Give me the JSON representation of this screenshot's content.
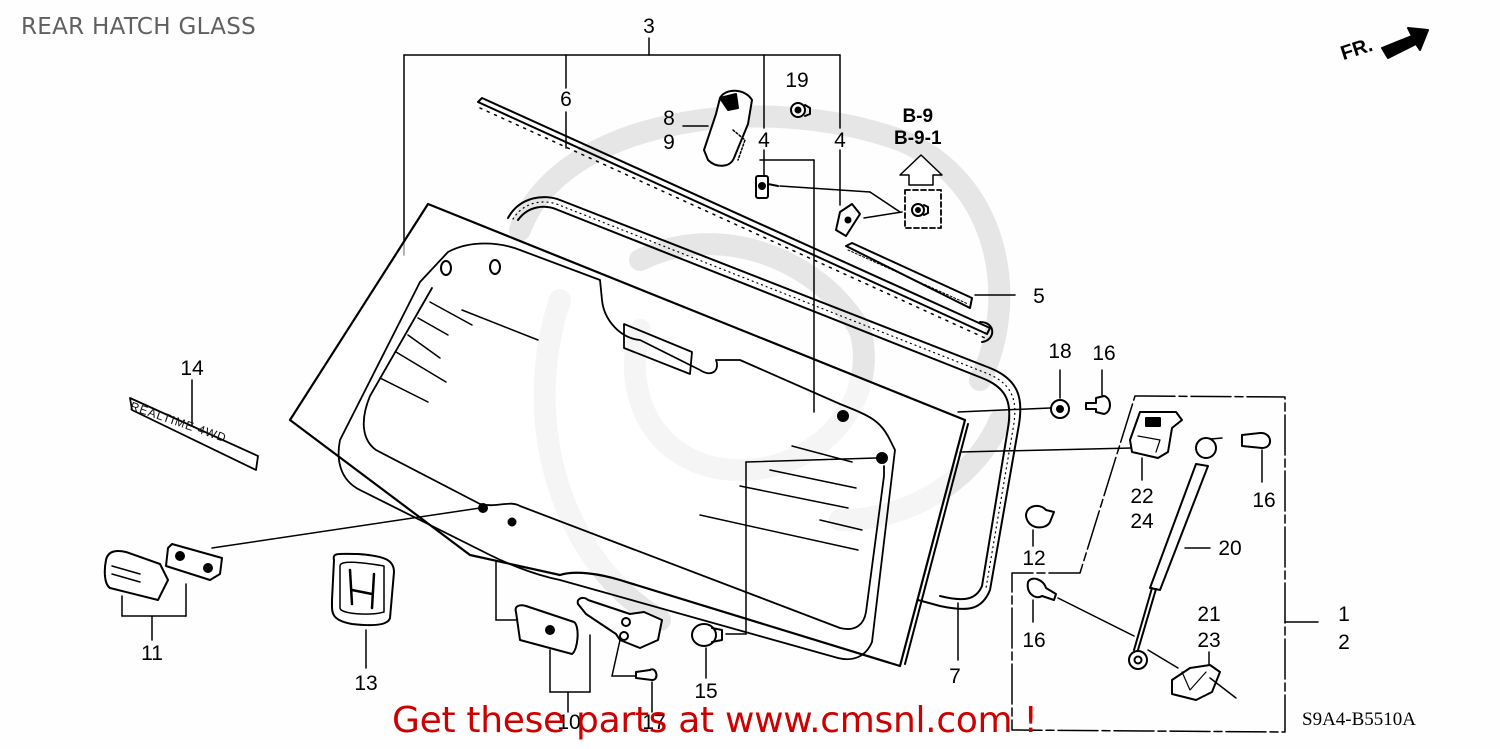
{
  "page": {
    "title": "REAR HATCH GLASS",
    "diagram_code": "S9A4-B5510A",
    "promo_text": "Get these parts at www.cmsnl.com !",
    "direction_indicator": "FR.",
    "reference": {
      "line1": "B-9",
      "line2": "B-9-1"
    },
    "emblem_text": "REALTIME 4WD",
    "colors": {
      "title": "#606060",
      "promo": "#cc0000",
      "lines": "#000000",
      "watermark": "#e4e4e4"
    }
  },
  "callouts": [
    {
      "id": "1",
      "label": "1"
    },
    {
      "id": "2",
      "label": "2"
    },
    {
      "id": "3",
      "label": "3"
    },
    {
      "id": "4a",
      "label": "4"
    },
    {
      "id": "4b",
      "label": "4"
    },
    {
      "id": "4c",
      "label": "4"
    },
    {
      "id": "5",
      "label": "5"
    },
    {
      "id": "6",
      "label": "6"
    },
    {
      "id": "7",
      "label": "7"
    },
    {
      "id": "8",
      "label": "8"
    },
    {
      "id": "9",
      "label": "9"
    },
    {
      "id": "10",
      "label": "10"
    },
    {
      "id": "11",
      "label": "11"
    },
    {
      "id": "12",
      "label": "12"
    },
    {
      "id": "13",
      "label": "13"
    },
    {
      "id": "14",
      "label": "14"
    },
    {
      "id": "15",
      "label": "15"
    },
    {
      "id": "16a",
      "label": "16"
    },
    {
      "id": "16b",
      "label": "16"
    },
    {
      "id": "16c",
      "label": "16"
    },
    {
      "id": "17",
      "label": "17"
    },
    {
      "id": "18",
      "label": "18"
    },
    {
      "id": "19",
      "label": "19"
    },
    {
      "id": "20",
      "label": "20"
    },
    {
      "id": "21",
      "label": "21"
    },
    {
      "id": "22",
      "label": "22"
    },
    {
      "id": "23",
      "label": "23"
    },
    {
      "id": "24",
      "label": "24"
    }
  ]
}
